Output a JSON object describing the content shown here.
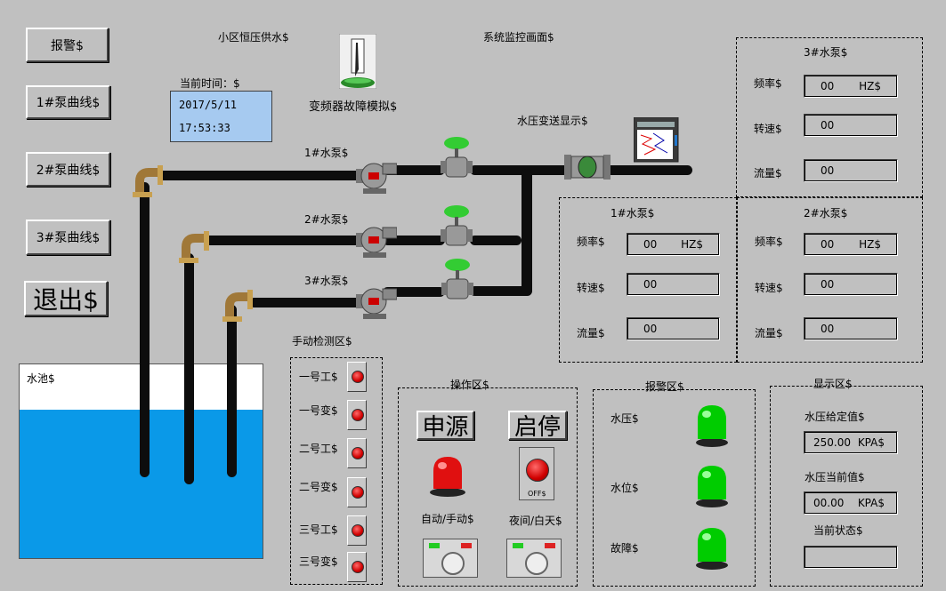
{
  "left_buttons": {
    "alarm": "报警$",
    "pump1_curve": "1#泵曲线$",
    "pump2_curve": "2#泵曲线$",
    "pump3_curve": "3#泵曲线$",
    "exit": "退出$"
  },
  "titles": {
    "app": "小区恒压供水$",
    "screen": "系统监控画面$"
  },
  "clock": {
    "label": "当前时间：$",
    "date": "2017/5/11",
    "time": "17:53:33"
  },
  "vfd_fault": "变频器故障模拟$",
  "pressure_display": "水压变送显示$",
  "pumps": {
    "p1": "1#水泵$",
    "p2": "2#水泵$",
    "p3": "3#水泵$"
  },
  "pool": "水池$",
  "pump_panels": [
    {
      "title": "3#水泵$",
      "freq_label": "频率$",
      "freq": "00",
      "freq_unit": "HZ$",
      "speed_label": "转速$",
      "speed": "00",
      "flow_label": "流量$",
      "flow": "00"
    },
    {
      "title": "1#水泵$",
      "freq_label": "频率$",
      "freq": "00",
      "freq_unit": "HZ$",
      "speed_label": "转速$",
      "speed": "00",
      "flow_label": "流量$",
      "flow": "00"
    },
    {
      "title": "2#水泵$",
      "freq_label": "频率$",
      "freq": "00",
      "freq_unit": "HZ$",
      "speed_label": "转速$",
      "speed": "00",
      "flow_label": "流量$",
      "flow": "00"
    }
  ],
  "manual": {
    "title": "手动检测区$",
    "items": [
      "一号工$",
      "一号变$",
      "二号工$",
      "二号变$",
      "三号工$",
      "三号变$"
    ]
  },
  "operation": {
    "title": "操作区$",
    "power": "申源",
    "startstop": "启停",
    "auto_manual": "自动/手动$",
    "night_day": "夜间/白天$",
    "off": "OFF$"
  },
  "alarm_area": {
    "title": "报警区$",
    "items": [
      "水压$",
      "水位$",
      "故障$"
    ]
  },
  "display_area": {
    "title": "显示区$",
    "setpoint_label": "水压给定值$",
    "setpoint": "250.00",
    "setpoint_unit": "KPA$",
    "current_label": "水压当前值$",
    "current": "00.00",
    "current_unit": "KPA$",
    "state_label": "当前状态$",
    "state": ""
  }
}
